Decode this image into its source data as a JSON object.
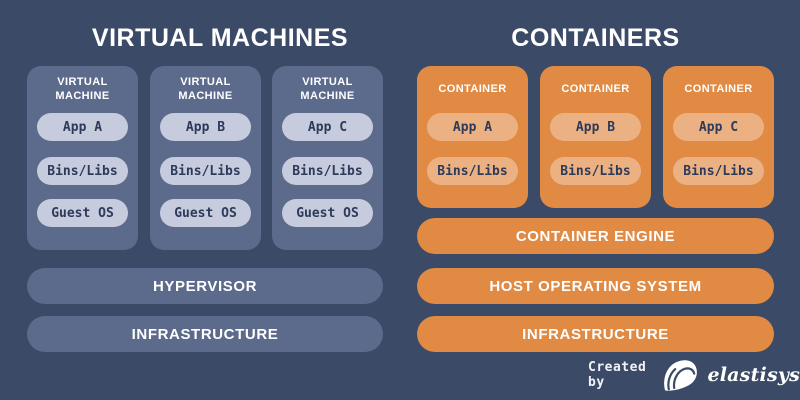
{
  "colors": {
    "background": "#3b4a67",
    "vm_card": "#5c6b8b",
    "vm_pill": "#c6cbde",
    "container_card": "#e08a44",
    "container_pill": "#ecb183",
    "pill_text": "#2d3a58",
    "text_white": "#ffffff"
  },
  "left": {
    "title": "VIRTUAL MACHINES",
    "cards": [
      {
        "header": "VIRTUAL MACHINE",
        "pills": [
          "App A",
          "Bins/Libs",
          "Guest OS"
        ]
      },
      {
        "header": "VIRTUAL MACHINE",
        "pills": [
          "App B",
          "Bins/Libs",
          "Guest OS"
        ]
      },
      {
        "header": "VIRTUAL MACHINE",
        "pills": [
          "App C",
          "Bins/Libs",
          "Guest OS"
        ]
      }
    ],
    "bars": [
      {
        "label": "HYPERVISOR"
      },
      {
        "label": "INFRASTRUCTURE"
      }
    ]
  },
  "right": {
    "title": "CONTAINERS",
    "cards": [
      {
        "header": "CONTAINER",
        "pills": [
          "App A",
          "Bins/Libs"
        ]
      },
      {
        "header": "CONTAINER",
        "pills": [
          "App B",
          "Bins/Libs"
        ]
      },
      {
        "header": "CONTAINER",
        "pills": [
          "App C",
          "Bins/Libs"
        ]
      }
    ],
    "bars": [
      {
        "label": "CONTAINER ENGINE"
      },
      {
        "label": "HOST OPERATING SYSTEM"
      },
      {
        "label": "INFRASTRUCTURE"
      }
    ]
  },
  "footer": {
    "credit": "Created by",
    "brand": "elastisys"
  }
}
